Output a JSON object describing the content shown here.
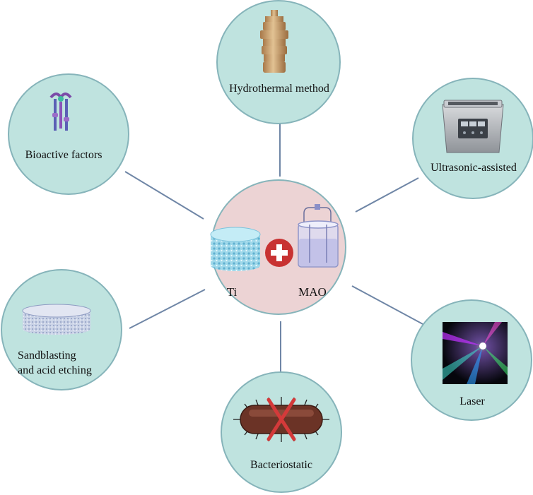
{
  "center": {
    "left_label": "Ti",
    "right_label": "MAO"
  },
  "nodes": {
    "hydrothermal": {
      "label": "Hydrothermal method",
      "icon": "autoclave-icon"
    },
    "bioactive": {
      "label": "Bioactive factors",
      "icon": "protein-molecule-icon"
    },
    "ultrasonic": {
      "label": "Ultrasonic-assisted",
      "icon": "ultrasonic-cleaner-icon"
    },
    "sandblasting": {
      "label_line1": "Sandblasting",
      "label_line2": "and acid etching",
      "icon": "porous-disc-icon"
    },
    "laser": {
      "label": "Laser",
      "icon": "laser-beams-icon"
    },
    "bacteriostatic": {
      "label": "Bacteriostatic",
      "icon": "crossed-bacterium-icon"
    }
  },
  "colors": {
    "node_fill": "#bfe3df",
    "node_stroke": "#86b4ba",
    "center_fill": "#ecd3d4",
    "connector": "#6f86a6",
    "plus_red": "#c83232"
  }
}
